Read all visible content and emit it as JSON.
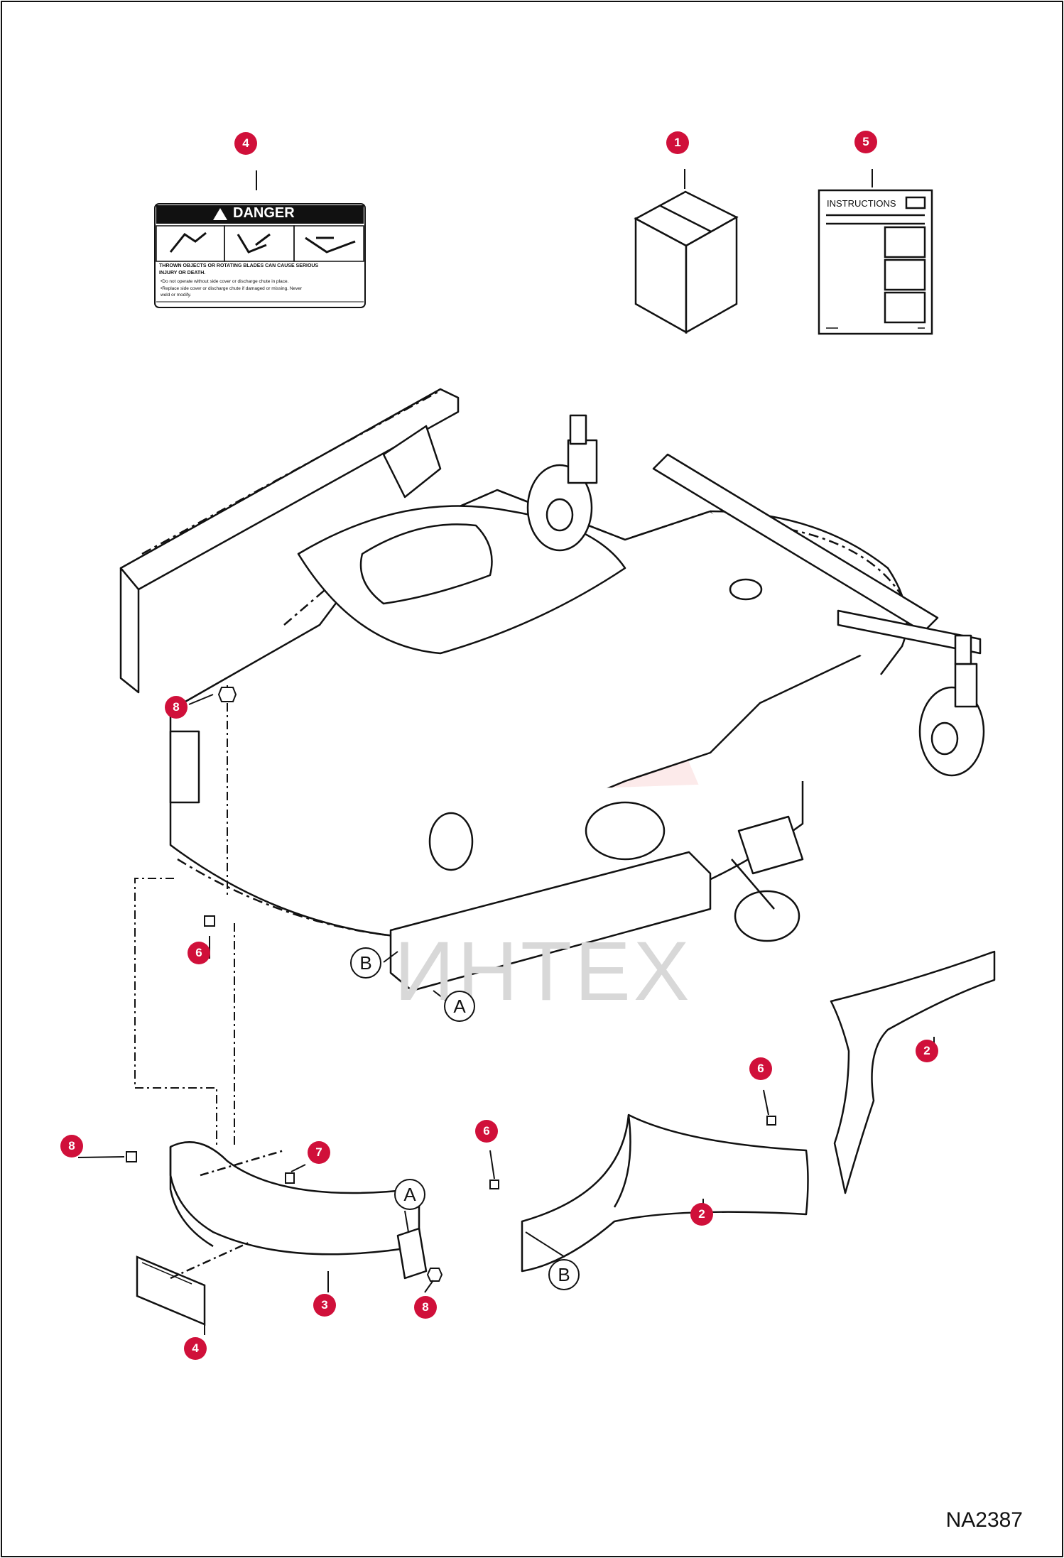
{
  "diagram_code": "NA2387",
  "watermark": "ИНТЕХ",
  "decal": {
    "header": "DANGER",
    "warning_line1": "THROWN OBJECTS OR ROTATING BLADES CAN CAUSE SERIOUS",
    "warning_line2": "INJURY OR DEATH.",
    "bullet1": "•Do not operate without side cover or discharge chute in place.",
    "bullet2": "•Replace side cover or discharge chute if damaged or missing. Never",
    "bullet3": " weld or modify."
  },
  "manual": {
    "label": "INSTRUCTIONS"
  },
  "callouts": [
    "4",
    "1",
    "5",
    "8",
    "6",
    "8",
    "7",
    "3",
    "8",
    "4",
    "6",
    "2",
    "6",
    "2"
  ],
  "letters": [
    "B",
    "A",
    "A",
    "B"
  ],
  "colors": {
    "callout": "#d0103a",
    "line": "#111111",
    "watermark": "#f3b9b9"
  }
}
